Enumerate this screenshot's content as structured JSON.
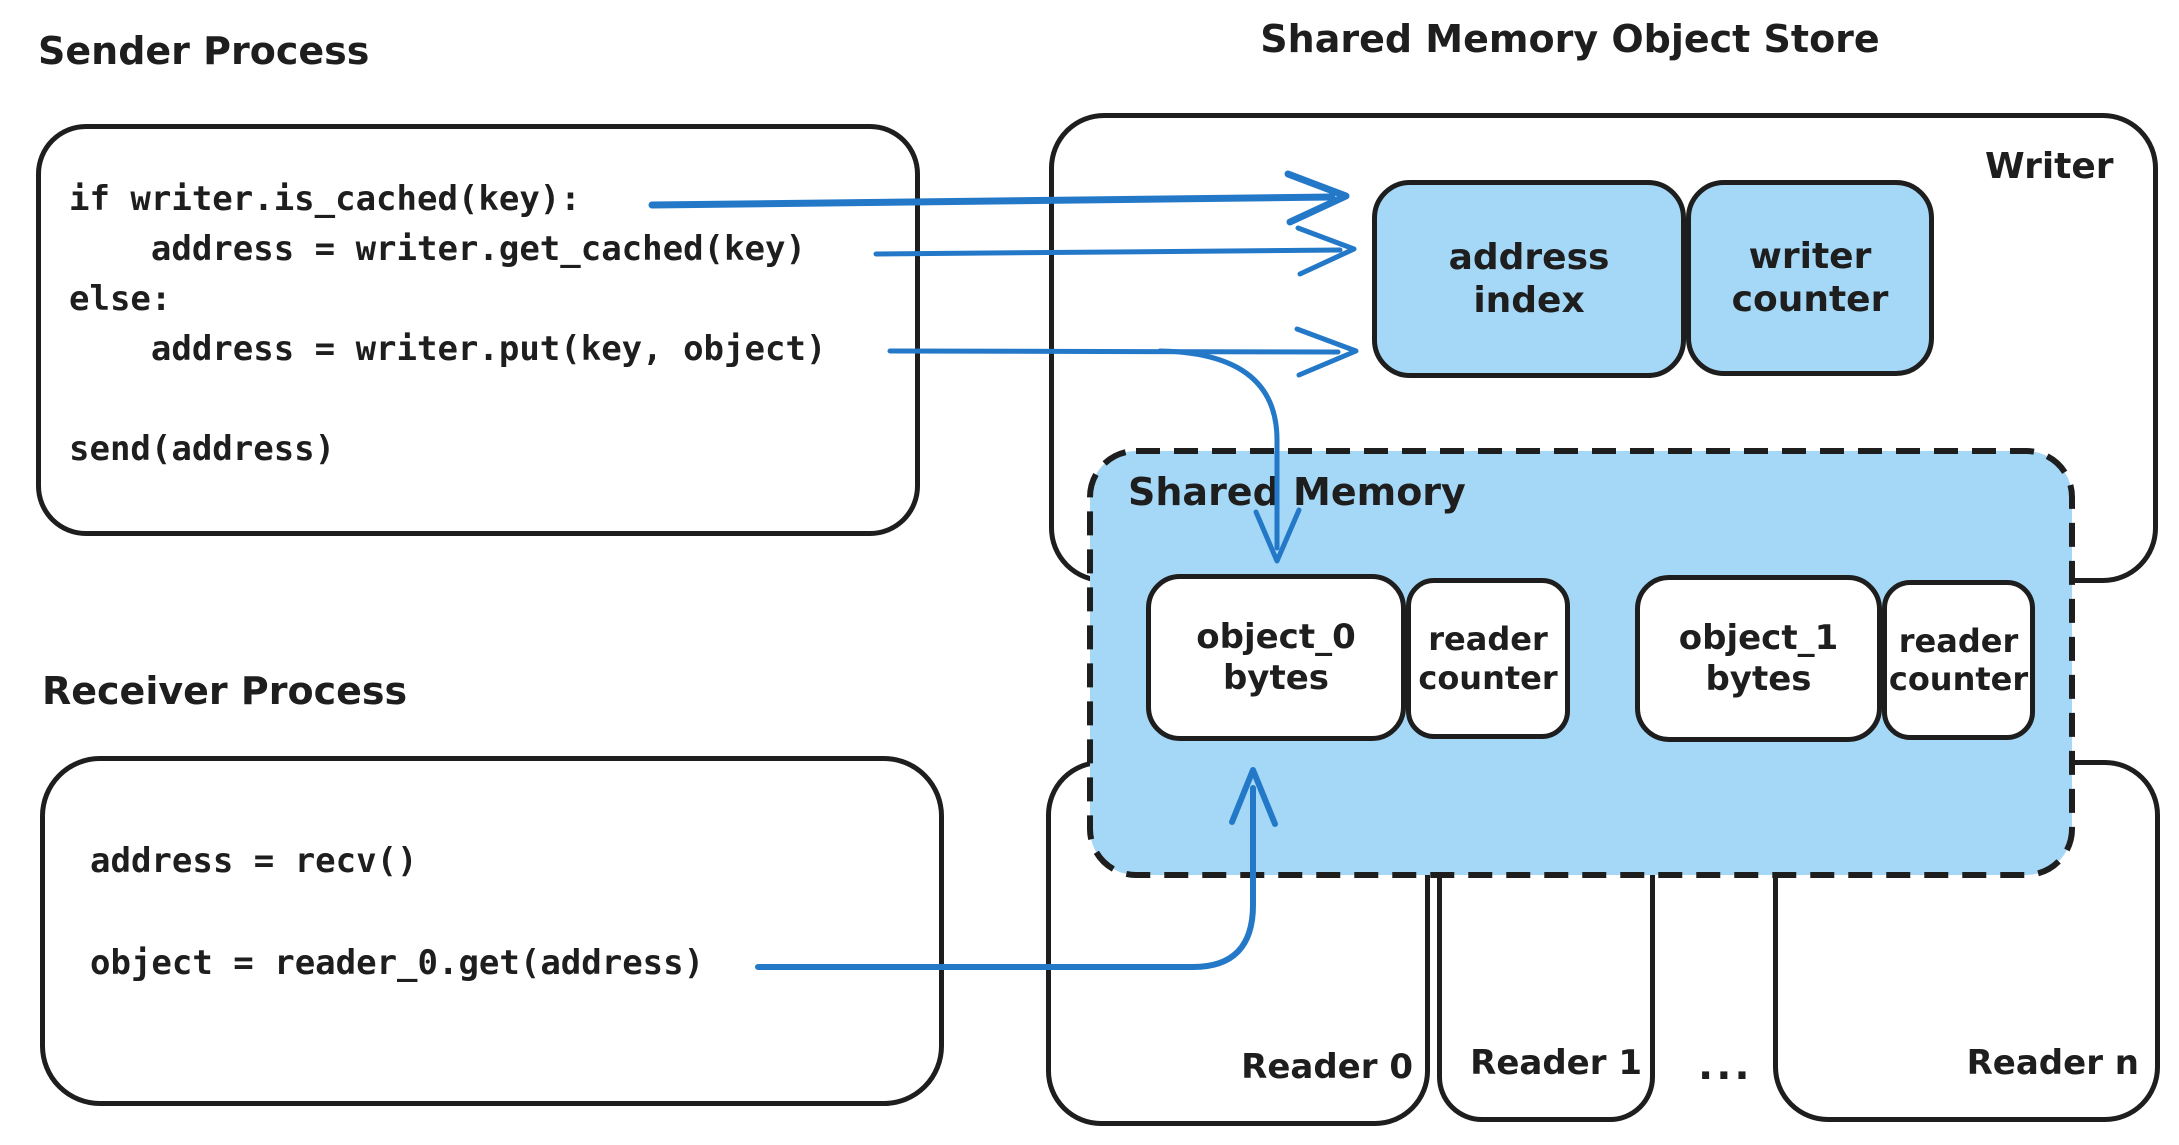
{
  "colors": {
    "stroke": "#1e1e1e",
    "accent_blue": "#2478c8",
    "fill_blue": "#a5d8f7",
    "background": "#ffffff"
  },
  "sender": {
    "title": "Sender Process",
    "code_lines": [
      "if writer.is_cached(key):",
      "    address = writer.get_cached(key)",
      "else:",
      "    address = writer.put(key, object)",
      "",
      "send(address)"
    ]
  },
  "receiver": {
    "title": "Receiver Process",
    "code_lines": [
      "address = recv()",
      "",
      "object = reader_0.get(address)"
    ]
  },
  "object_store": {
    "title": "Shared Memory Object Store",
    "writer_label": "Writer",
    "address_index_label": "address index",
    "writer_counter_label": "writer counter"
  },
  "shared_memory": {
    "label": "Shared Memory",
    "slots": [
      {
        "object_label": "object_0 bytes",
        "counter_label": "reader counter"
      },
      {
        "object_label": "object_1 bytes",
        "counter_label": "reader counter"
      }
    ]
  },
  "readers": {
    "labels": [
      "Reader 0",
      "Reader 1",
      "Reader n"
    ],
    "ellipsis": "..."
  }
}
